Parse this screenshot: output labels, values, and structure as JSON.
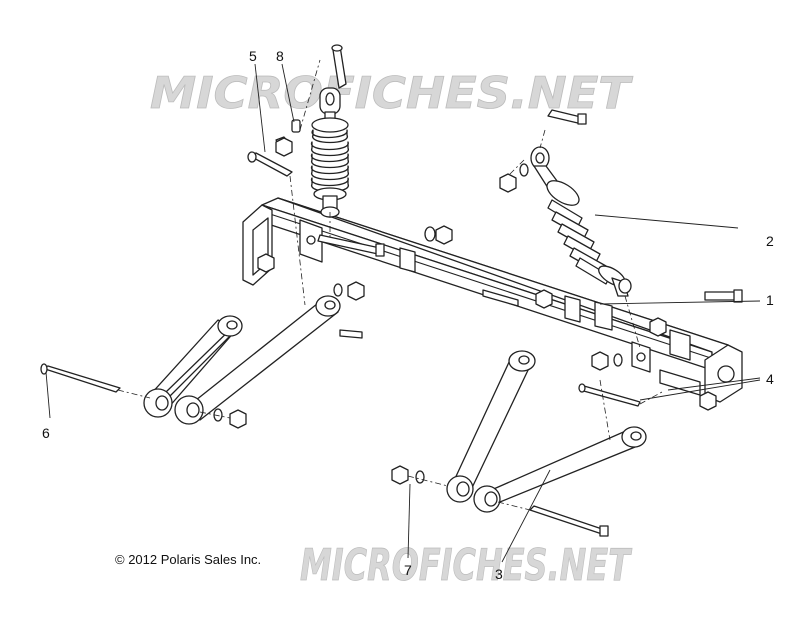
{
  "watermark": {
    "top": "MICROFICHES.NET",
    "bottom": "MICROFICHES.NET"
  },
  "copyright": "© 2012 Polaris Sales Inc.",
  "callouts": [
    {
      "id": "1",
      "label": "1"
    },
    {
      "id": "2",
      "label": "2"
    },
    {
      "id": "3",
      "label": "3"
    },
    {
      "id": "4",
      "label": "4"
    },
    {
      "id": "5",
      "label": "5"
    },
    {
      "id": "6",
      "label": "6"
    },
    {
      "id": "7",
      "label": "7"
    },
    {
      "id": "8",
      "label": "8"
    }
  ]
}
